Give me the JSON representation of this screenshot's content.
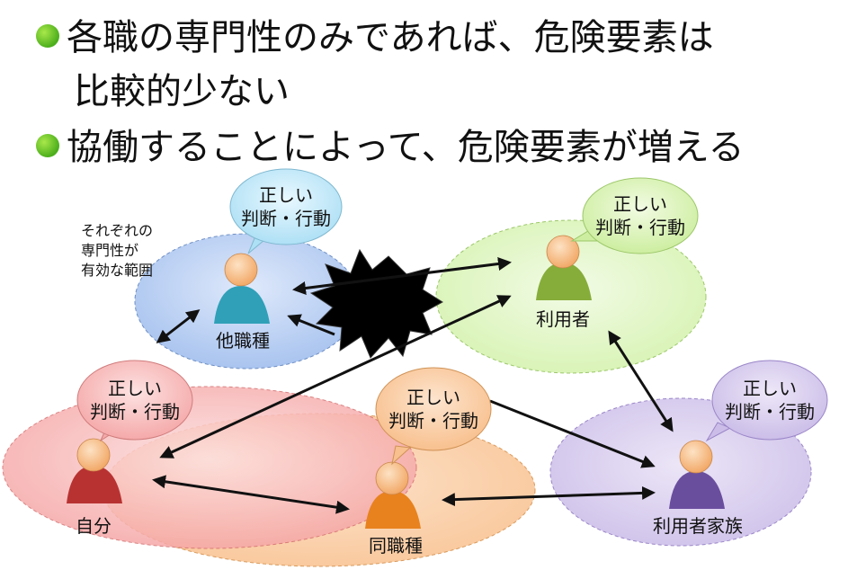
{
  "bullets": [
    {
      "line1": "各職の専門性のみであれば、危険要素は",
      "line2": "比較的少ない"
    },
    {
      "line1": "協働することによって、危険要素が増える"
    }
  ],
  "note": [
    "それぞれの",
    "専門性が",
    "有効な範囲"
  ],
  "speech_bubble": [
    "正しい",
    "判断・行動"
  ],
  "actors": {
    "other": "他職種",
    "self": "自分",
    "same": "同職種",
    "user": "利用者",
    "family": "利用者家族"
  },
  "colors": {
    "bullet": "#4caf1c",
    "other_region": "#a9c4ef",
    "self_region": "#f5a2a2",
    "same_region": "#f9c79a",
    "user_region": "#d7f3b3",
    "family_region": "#cfc2ea"
  }
}
